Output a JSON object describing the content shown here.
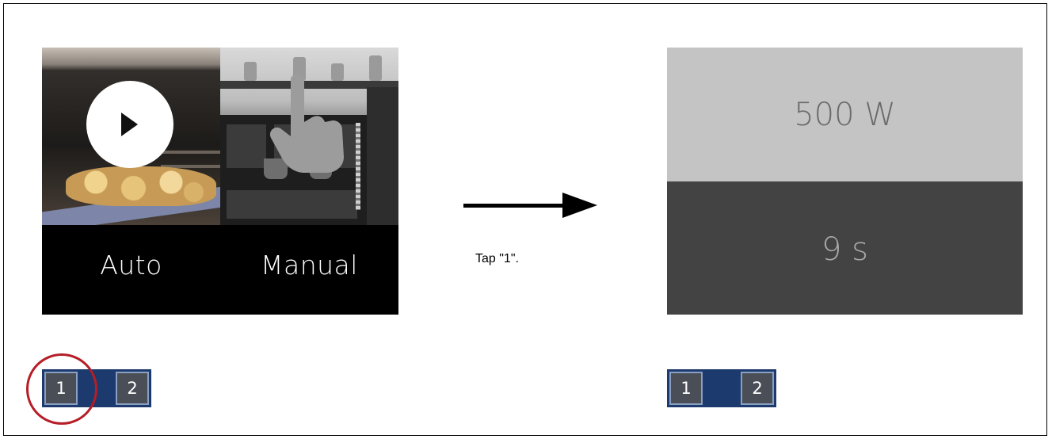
{
  "before_screen": {
    "modes": [
      {
        "label": "Auto",
        "icon": "play-icon"
      },
      {
        "label": "Manual",
        "icon": "hand-pointer-icon"
      }
    ],
    "pager": {
      "page1": "1",
      "page2": "2"
    }
  },
  "instruction": "Tap \"1\".",
  "after_screen": {
    "power": "500 W",
    "time": "9 s",
    "pager": {
      "page1": "1",
      "page2": "2"
    }
  },
  "colors": {
    "highlight_circle": "#b51e27",
    "pager_bg": "#1c3a6d",
    "power_bg": "#c4c4c4",
    "time_bg": "#434343"
  }
}
